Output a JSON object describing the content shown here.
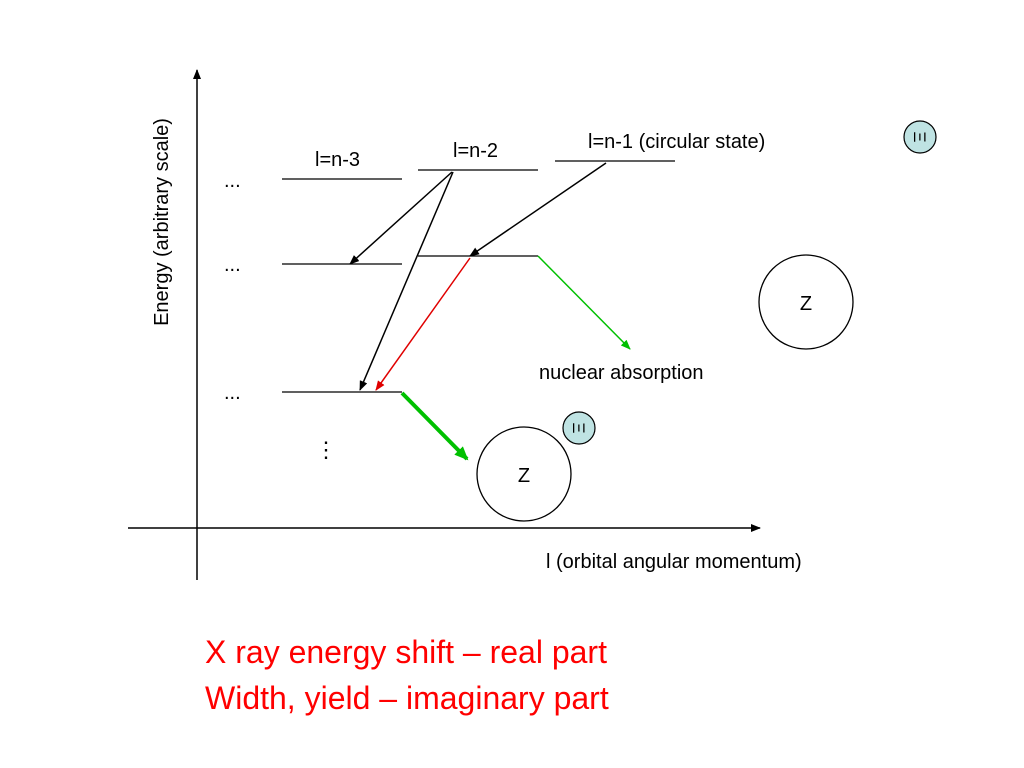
{
  "axes": {
    "y_label": "Energy (arbitrary scale)",
    "x_label": "l (orbital angular momentum)"
  },
  "levels": {
    "col1_label": "l=n-3",
    "col2_label": "l=n-2",
    "col3_label": "l=n-1 (circular state)",
    "ellipsis": "...",
    "vertical_ellipsis": "⋮"
  },
  "annotations": {
    "nuclear_absorption": "nuclear absorption"
  },
  "nuclei": {
    "nucleus_label": "Z",
    "particle_symbol": "Ξ"
  },
  "captions": {
    "line1": "X ray energy shift – real part",
    "line2": "Width, yield – imaginary part"
  },
  "colors": {
    "ink": "#000000",
    "red_transition": "#e00000",
    "green_transition": "#00c000",
    "caption": "#ff0000",
    "particle_fill": "#bfe3e3"
  }
}
